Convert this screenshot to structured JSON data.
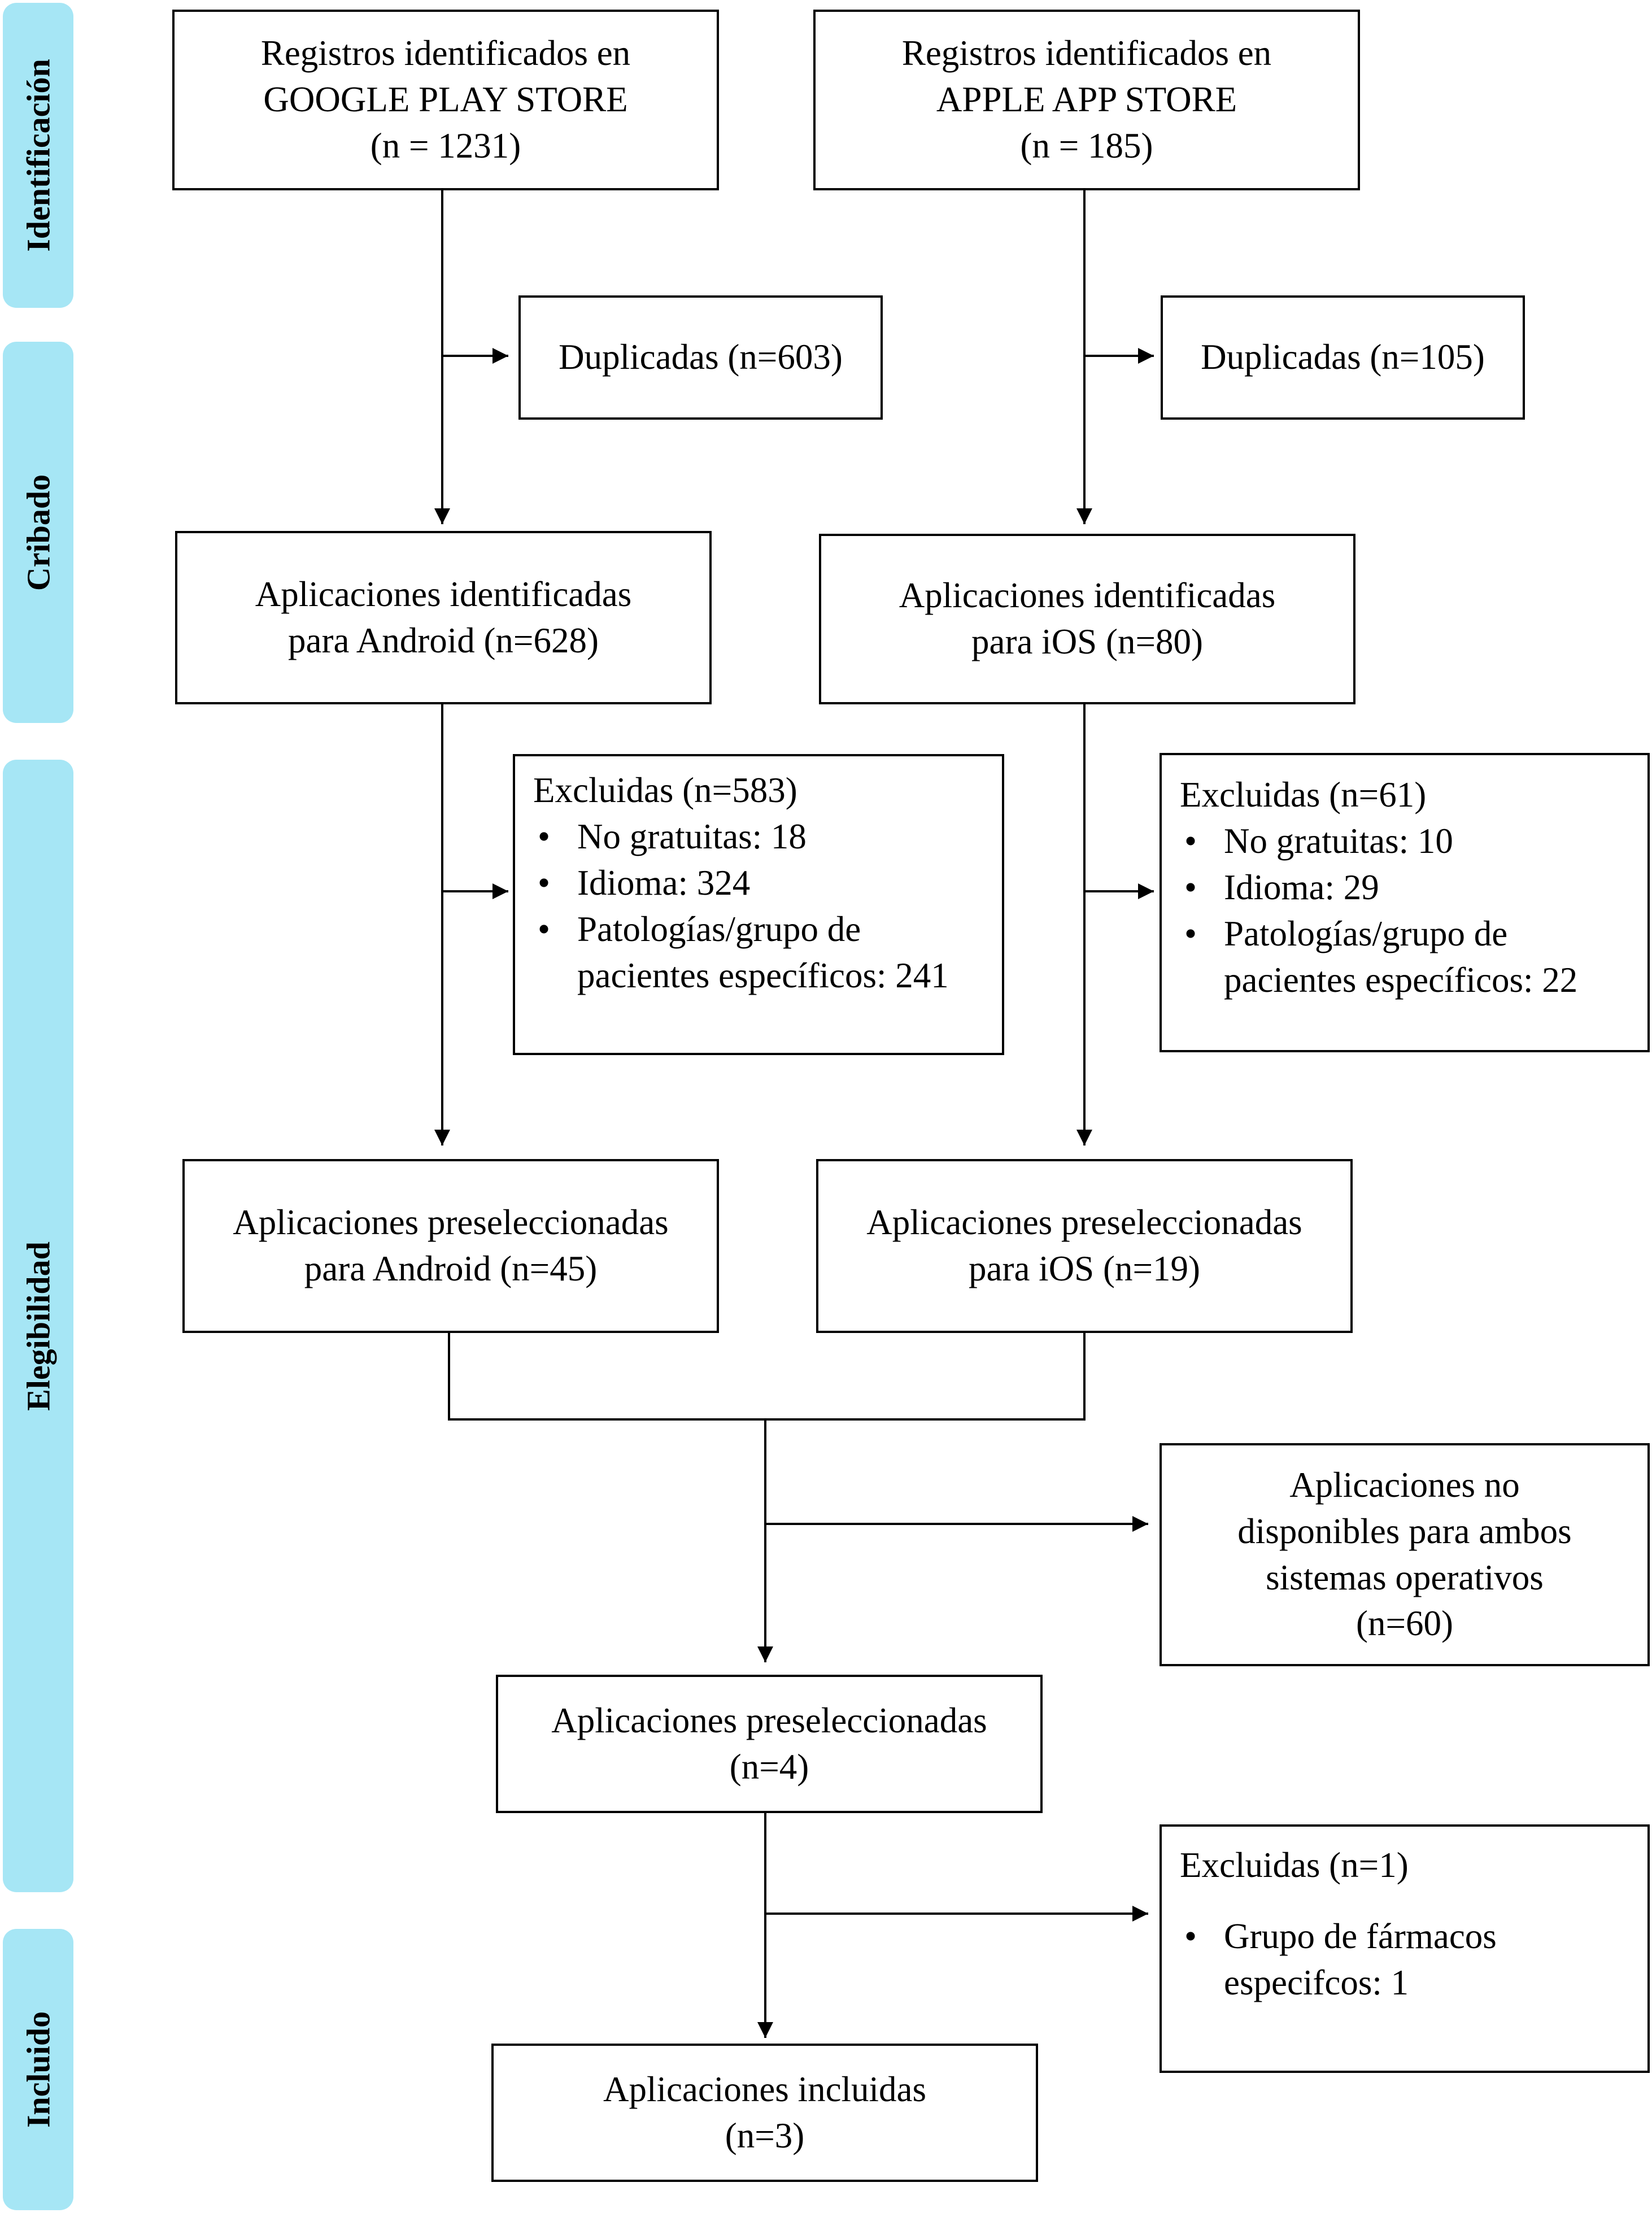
{
  "phases": {
    "identification": "Identificación",
    "screening": "Cribado",
    "eligibility": "Elegibilidad",
    "included": "Incluido"
  },
  "android": {
    "source": {
      "line1": "Registros  identificados  en",
      "line2": "GOOGLE PLAY STORE",
      "line3": "(n = 1231)"
    },
    "duplicates": "Duplicadas   (n=603)",
    "identified": {
      "line1": "Aplicaciones   identificadas",
      "line2": "para Android  (n=628)"
    },
    "excluded": {
      "title": "Excluidas   (n=583)",
      "items": [
        "No gratuitas:  18",
        "Idioma:  324",
        "Patologías/grupo  de",
        "pacientes  específicos:  241"
      ]
    },
    "preselected": {
      "line1": "Aplicaciones   preseleccionadas",
      "line2": "para Android  (n=45)"
    }
  },
  "ios": {
    "source": {
      "line1": "Registros  identificados  en",
      "line2": "APPLE APP STORE",
      "line3": "(n = 185)"
    },
    "duplicates": "Duplicadas   (n=105)",
    "identified": {
      "line1": "Aplicaciones   identificadas",
      "line2": "para iOS  (n=80)"
    },
    "excluded": {
      "title": "Excluidas   (n=61)",
      "items": [
        "No gratuitas:  10",
        "Idioma:  29",
        "Patologías/grupo  de",
        "pacientes  específicos:  22"
      ]
    },
    "preselected": {
      "line1": "Aplicaciones   preseleccionadas",
      "line2": "para iOS  (n=19)"
    }
  },
  "not_available": {
    "line1": "Aplicaciones   no",
    "line2": "disponibles   para ambos",
    "line3": "sistemas  operativos",
    "line4": "(n=60)"
  },
  "preselected_both": {
    "line1": "Aplicaciones   preseleccionadas",
    "line2": "(n=4)"
  },
  "excluded_final": {
    "title": "Excluidas   (n=1)",
    "item_line1": "Grupo  de fármacos",
    "item_line2": "especifcos:  1"
  },
  "included": {
    "line1": "Aplicaciones   incluidas",
    "line2": "(n=3)"
  },
  "colors": {
    "phase_band": "#a6e6f5",
    "line": "#000000"
  }
}
